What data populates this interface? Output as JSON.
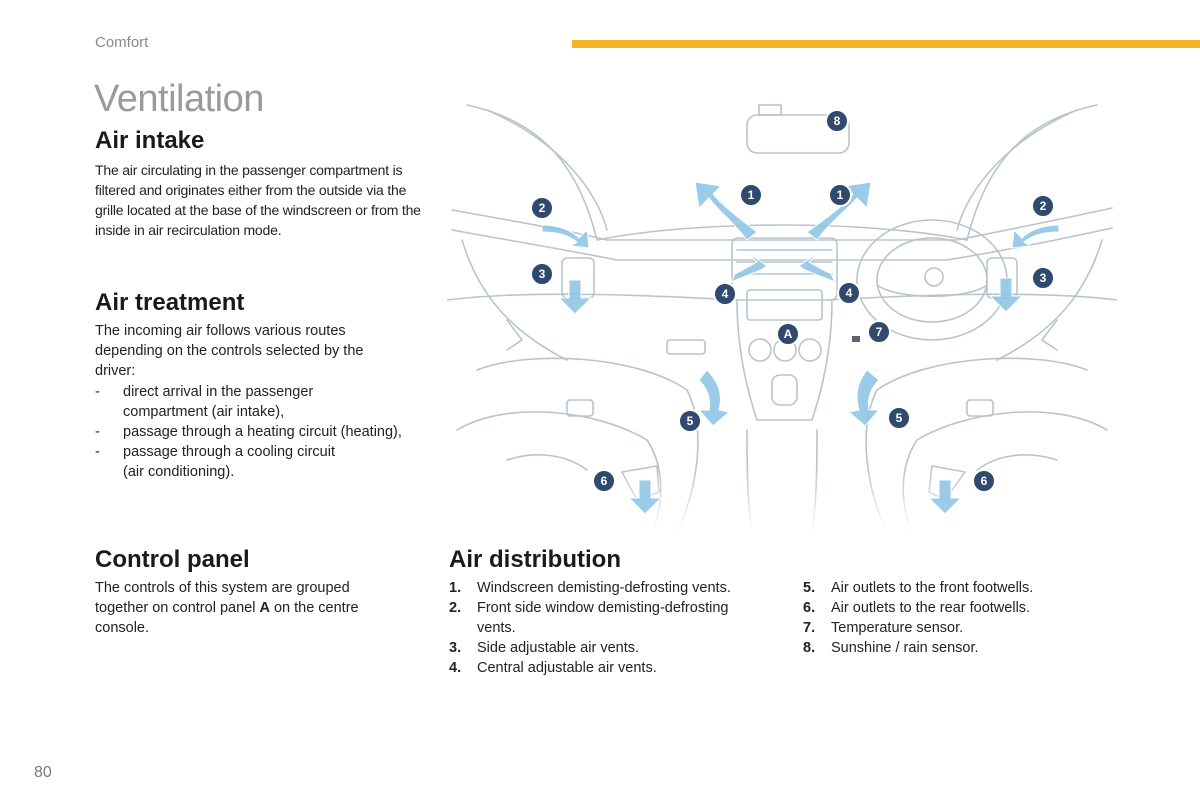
{
  "header": {
    "section": "Comfort",
    "accent_color": "#f4b425"
  },
  "title": "Ventilation",
  "air_intake": {
    "heading": "Air intake",
    "text": "The air circulating in the passenger compartment is filtered and originates either from the outside via the grille located at the base of the windscreen or from the inside in air recirculation mode."
  },
  "air_treatment": {
    "heading": "Air treatment",
    "intro": "The incoming air follows various routes depending on the controls selected by the driver:",
    "items": [
      "direct arrival in the passenger compartment (air intake),",
      "passage through a heating circuit (heating),",
      "passage through a cooling circuit (air conditioning)."
    ]
  },
  "control_panel": {
    "heading": "Control panel",
    "text_before": "The controls of this system are grouped together on control panel ",
    "panel_letter": "A",
    "text_after": " on the centre console."
  },
  "air_distribution": {
    "heading": "Air distribution",
    "items": [
      {
        "num": "1.",
        "text": "Windscreen demisting-defrosting vents."
      },
      {
        "num": "2.",
        "text": "Front side window demisting-defrosting vents."
      },
      {
        "num": "3.",
        "text": "Side adjustable air vents."
      },
      {
        "num": "4.",
        "text": "Central adjustable air vents."
      },
      {
        "num": "5.",
        "text": "Air outlets to the front footwells."
      },
      {
        "num": "6.",
        "text": "Air outlets to the rear footwells."
      },
      {
        "num": "7.",
        "text": "Temperature sensor."
      },
      {
        "num": "8.",
        "text": "Sunshine / rain sensor."
      }
    ]
  },
  "diagram": {
    "markers": {
      "m1": "1",
      "m2": "2",
      "m3": "3",
      "m4": "4",
      "m5": "5",
      "m6": "6",
      "m7": "7",
      "m8": "8",
      "ma": "A"
    },
    "colors": {
      "marker": "#2f4a6e",
      "arrow": "#8fc5e6",
      "line": "#b9c3cd"
    }
  },
  "page_number": "80"
}
